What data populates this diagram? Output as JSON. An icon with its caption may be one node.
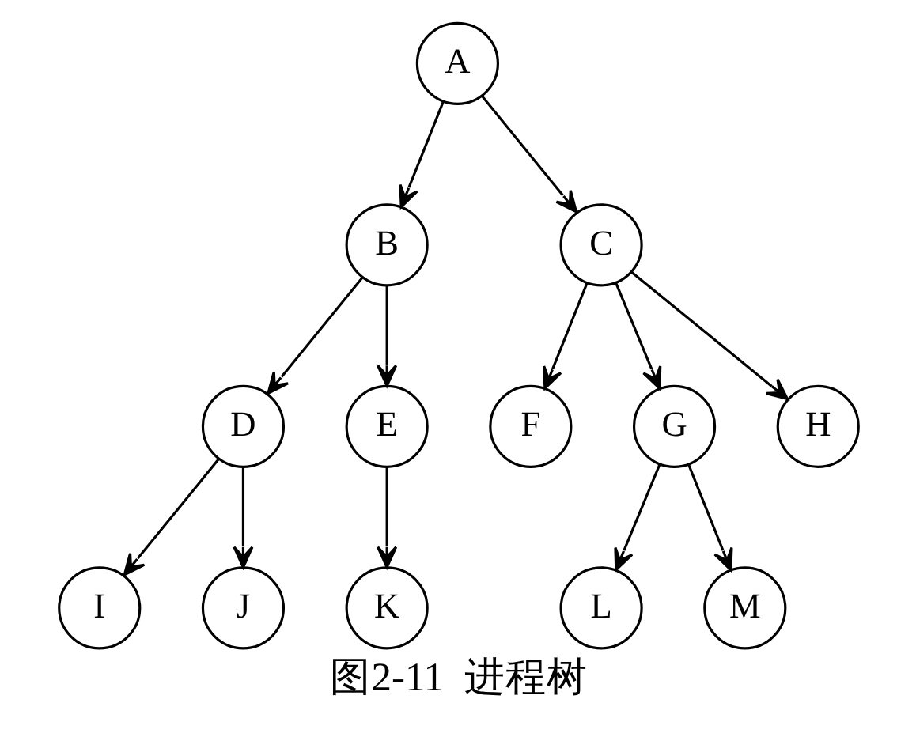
{
  "diagram": {
    "caption": "图2-11  进程树",
    "nodes": [
      {
        "text": [
          "A"
        ]
      },
      {
        "text": [
          "B"
        ]
      },
      {
        "text": [
          "C"
        ]
      },
      {
        "text": [
          "D"
        ]
      },
      {
        "text": [
          "E"
        ]
      },
      {
        "text": [
          "F"
        ]
      },
      {
        "text": [
          "G"
        ]
      },
      {
        "text": [
          "H"
        ]
      },
      {
        "text": [
          "I"
        ]
      },
      {
        "text": [
          "J"
        ]
      },
      {
        "text": [
          "K"
        ]
      },
      {
        "text": [
          "L"
        ]
      },
      {
        "text": [
          "M"
        ]
      }
    ],
    "edges": [
      {
        "from": 0,
        "to": 1,
        "arrow": "to"
      },
      {
        "from": 0,
        "to": 2,
        "arrow": "to"
      },
      {
        "from": 1,
        "to": 3,
        "arrow": "to"
      },
      {
        "from": 1,
        "to": 4,
        "arrow": "to"
      },
      {
        "from": 2,
        "to": 5,
        "arrow": "to"
      },
      {
        "from": 2,
        "to": 6,
        "arrow": "to"
      },
      {
        "from": 2,
        "to": 7,
        "arrow": "to"
      },
      {
        "from": 3,
        "to": 8,
        "arrow": "to"
      },
      {
        "from": 3,
        "to": 9,
        "arrow": "to"
      },
      {
        "from": 4,
        "to": 10,
        "arrow": "to"
      },
      {
        "from": 6,
        "to": 11,
        "arrow": "to"
      },
      {
        "from": 6,
        "to": 12,
        "arrow": "to"
      }
    ]
  }
}
